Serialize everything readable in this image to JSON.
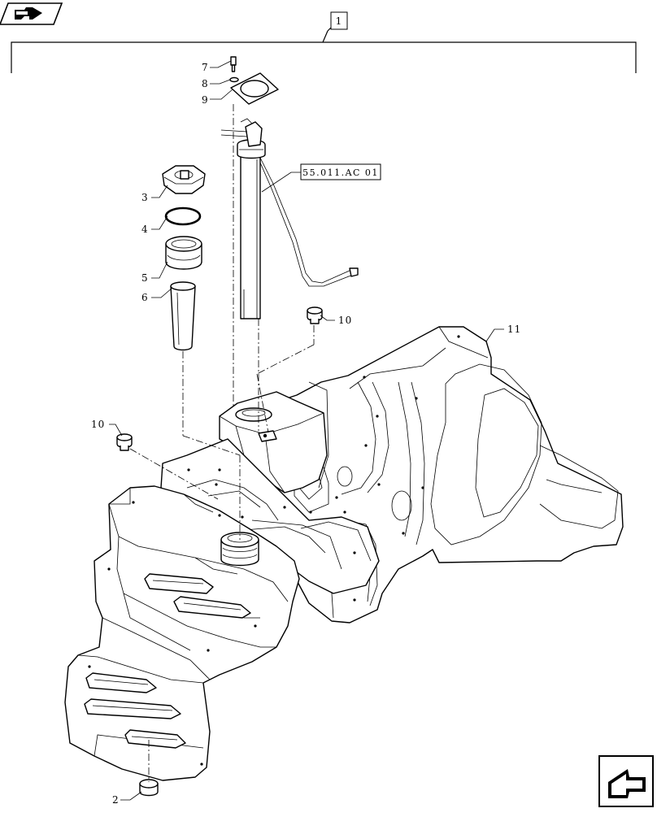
{
  "diagram": {
    "group_number": "1",
    "reference_code": "55.011.AC 01",
    "callouts": [
      "7",
      "8",
      "9",
      "3",
      "4",
      "5",
      "6",
      "10",
      "11",
      "10",
      "2"
    ]
  },
  "icons": {
    "top_left": "part-group-icon",
    "bottom_right": "next-page-arrow-icon"
  }
}
